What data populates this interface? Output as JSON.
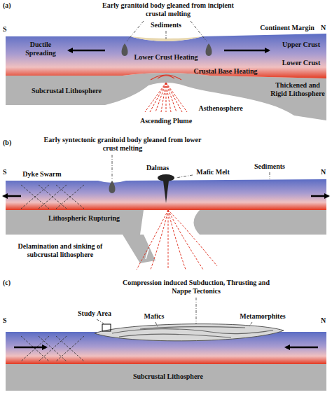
{
  "diagram": {
    "labels": [
      "(a)",
      "Early granitoid body gleaned from incipient crustal melting",
      "Sediments",
      "S",
      "N",
      "Continent Margin",
      "Upper Crust",
      "Ductile Spreading",
      "Lower Crust Heating",
      "Lower Crust",
      "Crustal Base Heating",
      "Subcrustal Lithosphere",
      "Thickened and Rigid Lithosphere",
      "Asthenosphere",
      "Ascending Plume",
      "(b)",
      "Early syntectonic granitoid body gleaned from lower crust melting",
      "S",
      "Dalmas",
      "Mafic Melt",
      "Sediments",
      "N",
      "Dyke Swarm",
      "Lithospheric Rupturing",
      "Delamination and sinking of subcrustal lithosphere",
      "(c)",
      "Compression induced Subduction, Thrusting and Nappe Tectonics",
      "S",
      "Study Area",
      "Mafics",
      "Metamorphites",
      "N",
      "Subcrustal Lithosphere"
    ]
  }
}
